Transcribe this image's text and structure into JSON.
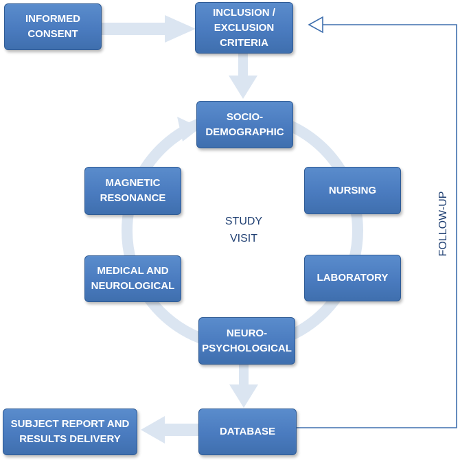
{
  "boxes": {
    "informed_consent": "INFORMED\nCONSENT",
    "inclusion_exclusion": "INCLUSION /\nEXCLUSION\nCRITERIA",
    "socio_demographic": "SOCIO-\nDEMOGRAPHIC",
    "nursing": "NURSING",
    "laboratory": "LABORATORY",
    "neuro_psychological": "NEURO-\nPSYCHOLOGICAL",
    "medical_neurological": "MEDICAL AND\nNEUROLOGICAL",
    "magnetic_resonance": "MAGNETIC\nRESONANCE",
    "database": "DATABASE",
    "subject_report": "SUBJECT REPORT AND\nRESULTS DELIVERY"
  },
  "center_label": "STUDY\nVISIT",
  "loop_label": "FOLLOW-UP",
  "colors": {
    "box_fill": "#4a7bbf",
    "box_border": "#2f5b94",
    "arrow": "#dbe5f1",
    "feedback_line": "#3f6fae",
    "label_text": "#1f3f72"
  }
}
